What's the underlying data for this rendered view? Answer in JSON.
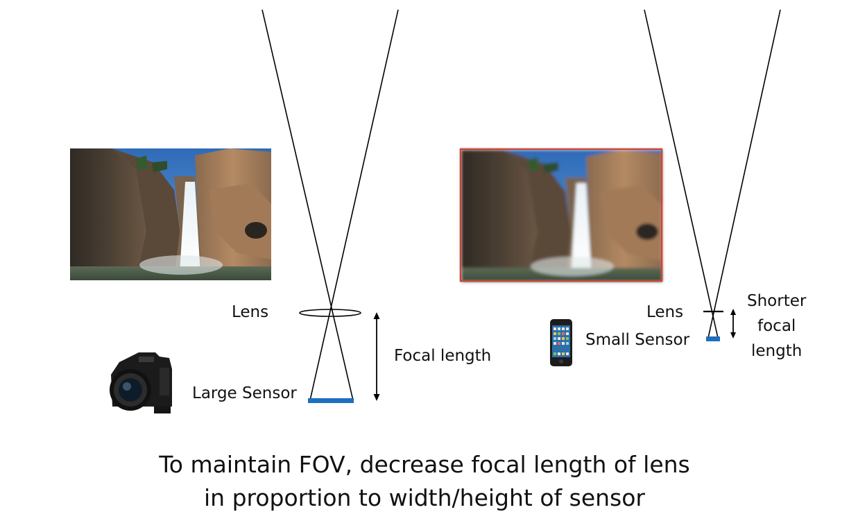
{
  "left_panel": {
    "lens_label": "Lens",
    "sensor_label": "Large Sensor",
    "focal_label": "Focal length",
    "photo": "waterfall-photo",
    "device_icon": "dslr-camera-icon"
  },
  "right_panel": {
    "lens_label": "Lens",
    "sensor_label": "Small Sensor",
    "focal_label_lines": [
      "Shorter",
      "focal",
      "length"
    ],
    "photo": "waterfall-photo-blurred",
    "device_icon": "smartphone-icon"
  },
  "caption": {
    "line1": "To maintain FOV, decrease focal length of lens",
    "line2": "in proportion to width/height of sensor"
  },
  "colors": {
    "sensor": "#1f6fbf",
    "photo_frame_highlight": "#c9473a",
    "ray": "#000000"
  }
}
